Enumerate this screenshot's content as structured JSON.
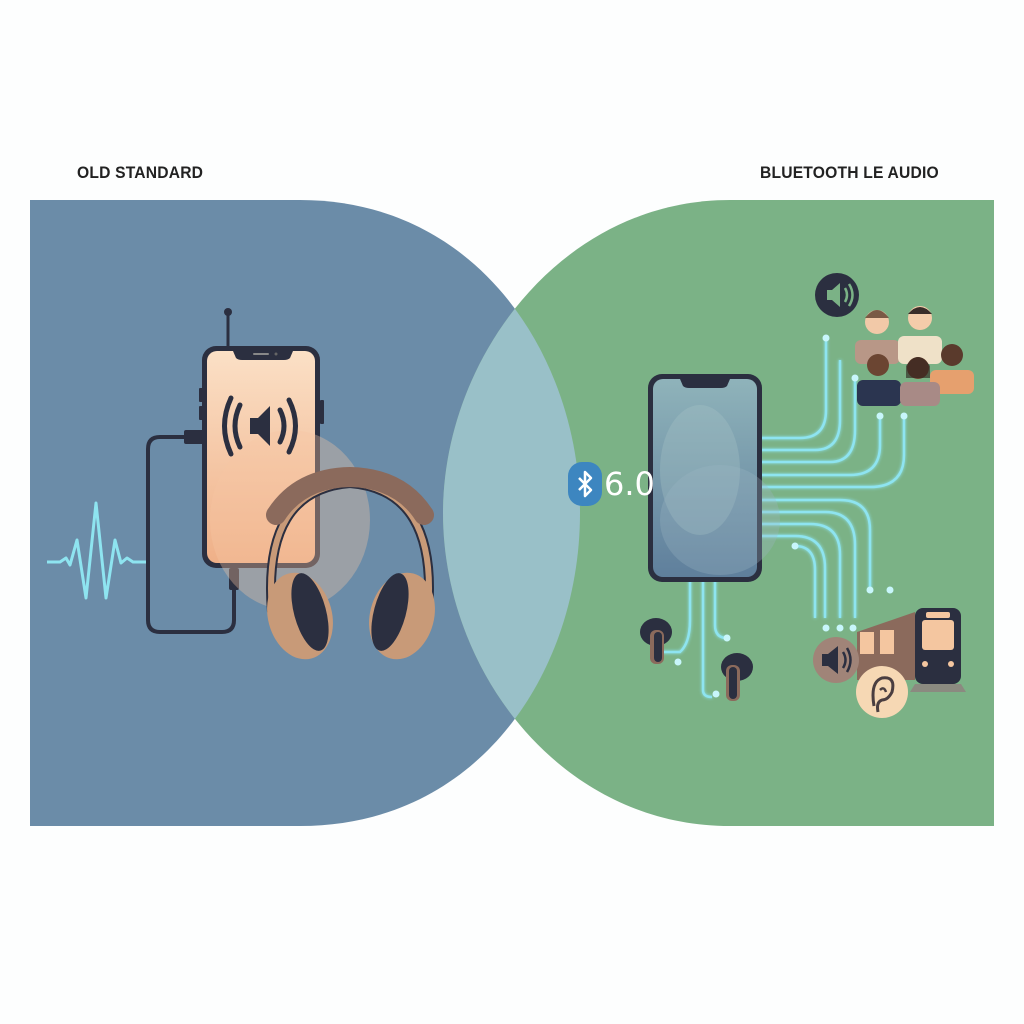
{
  "titles": {
    "left": "OLD STANDARD",
    "right": "BLUETOOTH LE AUDIO"
  },
  "center_badge": {
    "icon": "bluetooth-icon",
    "version": "6.0"
  },
  "left_panel": {
    "label": "Old standard: wired phone to headphones",
    "elements": [
      "waveform-icon",
      "phone-with-antenna",
      "speaker-icon",
      "cable",
      "over-ear-headphones"
    ]
  },
  "right_panel": {
    "label": "Bluetooth LE Audio: one phone broadcasting to many devices",
    "elements": [
      "phone",
      "broadcast-lines",
      "speaker-icon",
      "group-of-people",
      "earbuds",
      "train",
      "public-speaker-icon",
      "hearing-aid-ear-icon"
    ]
  },
  "colors": {
    "left_bg": "#6b8ca8",
    "right_bg": "#7bb286",
    "overlap": "#99c0c8",
    "signal": "#8ee4f0",
    "dark": "#2b2f40",
    "skin_phone": "#f4c6a0",
    "headphone_tan": "#c89a78",
    "headphone_brown": "#8b6a5c",
    "bluetooth_blue": "#3d86c0"
  }
}
